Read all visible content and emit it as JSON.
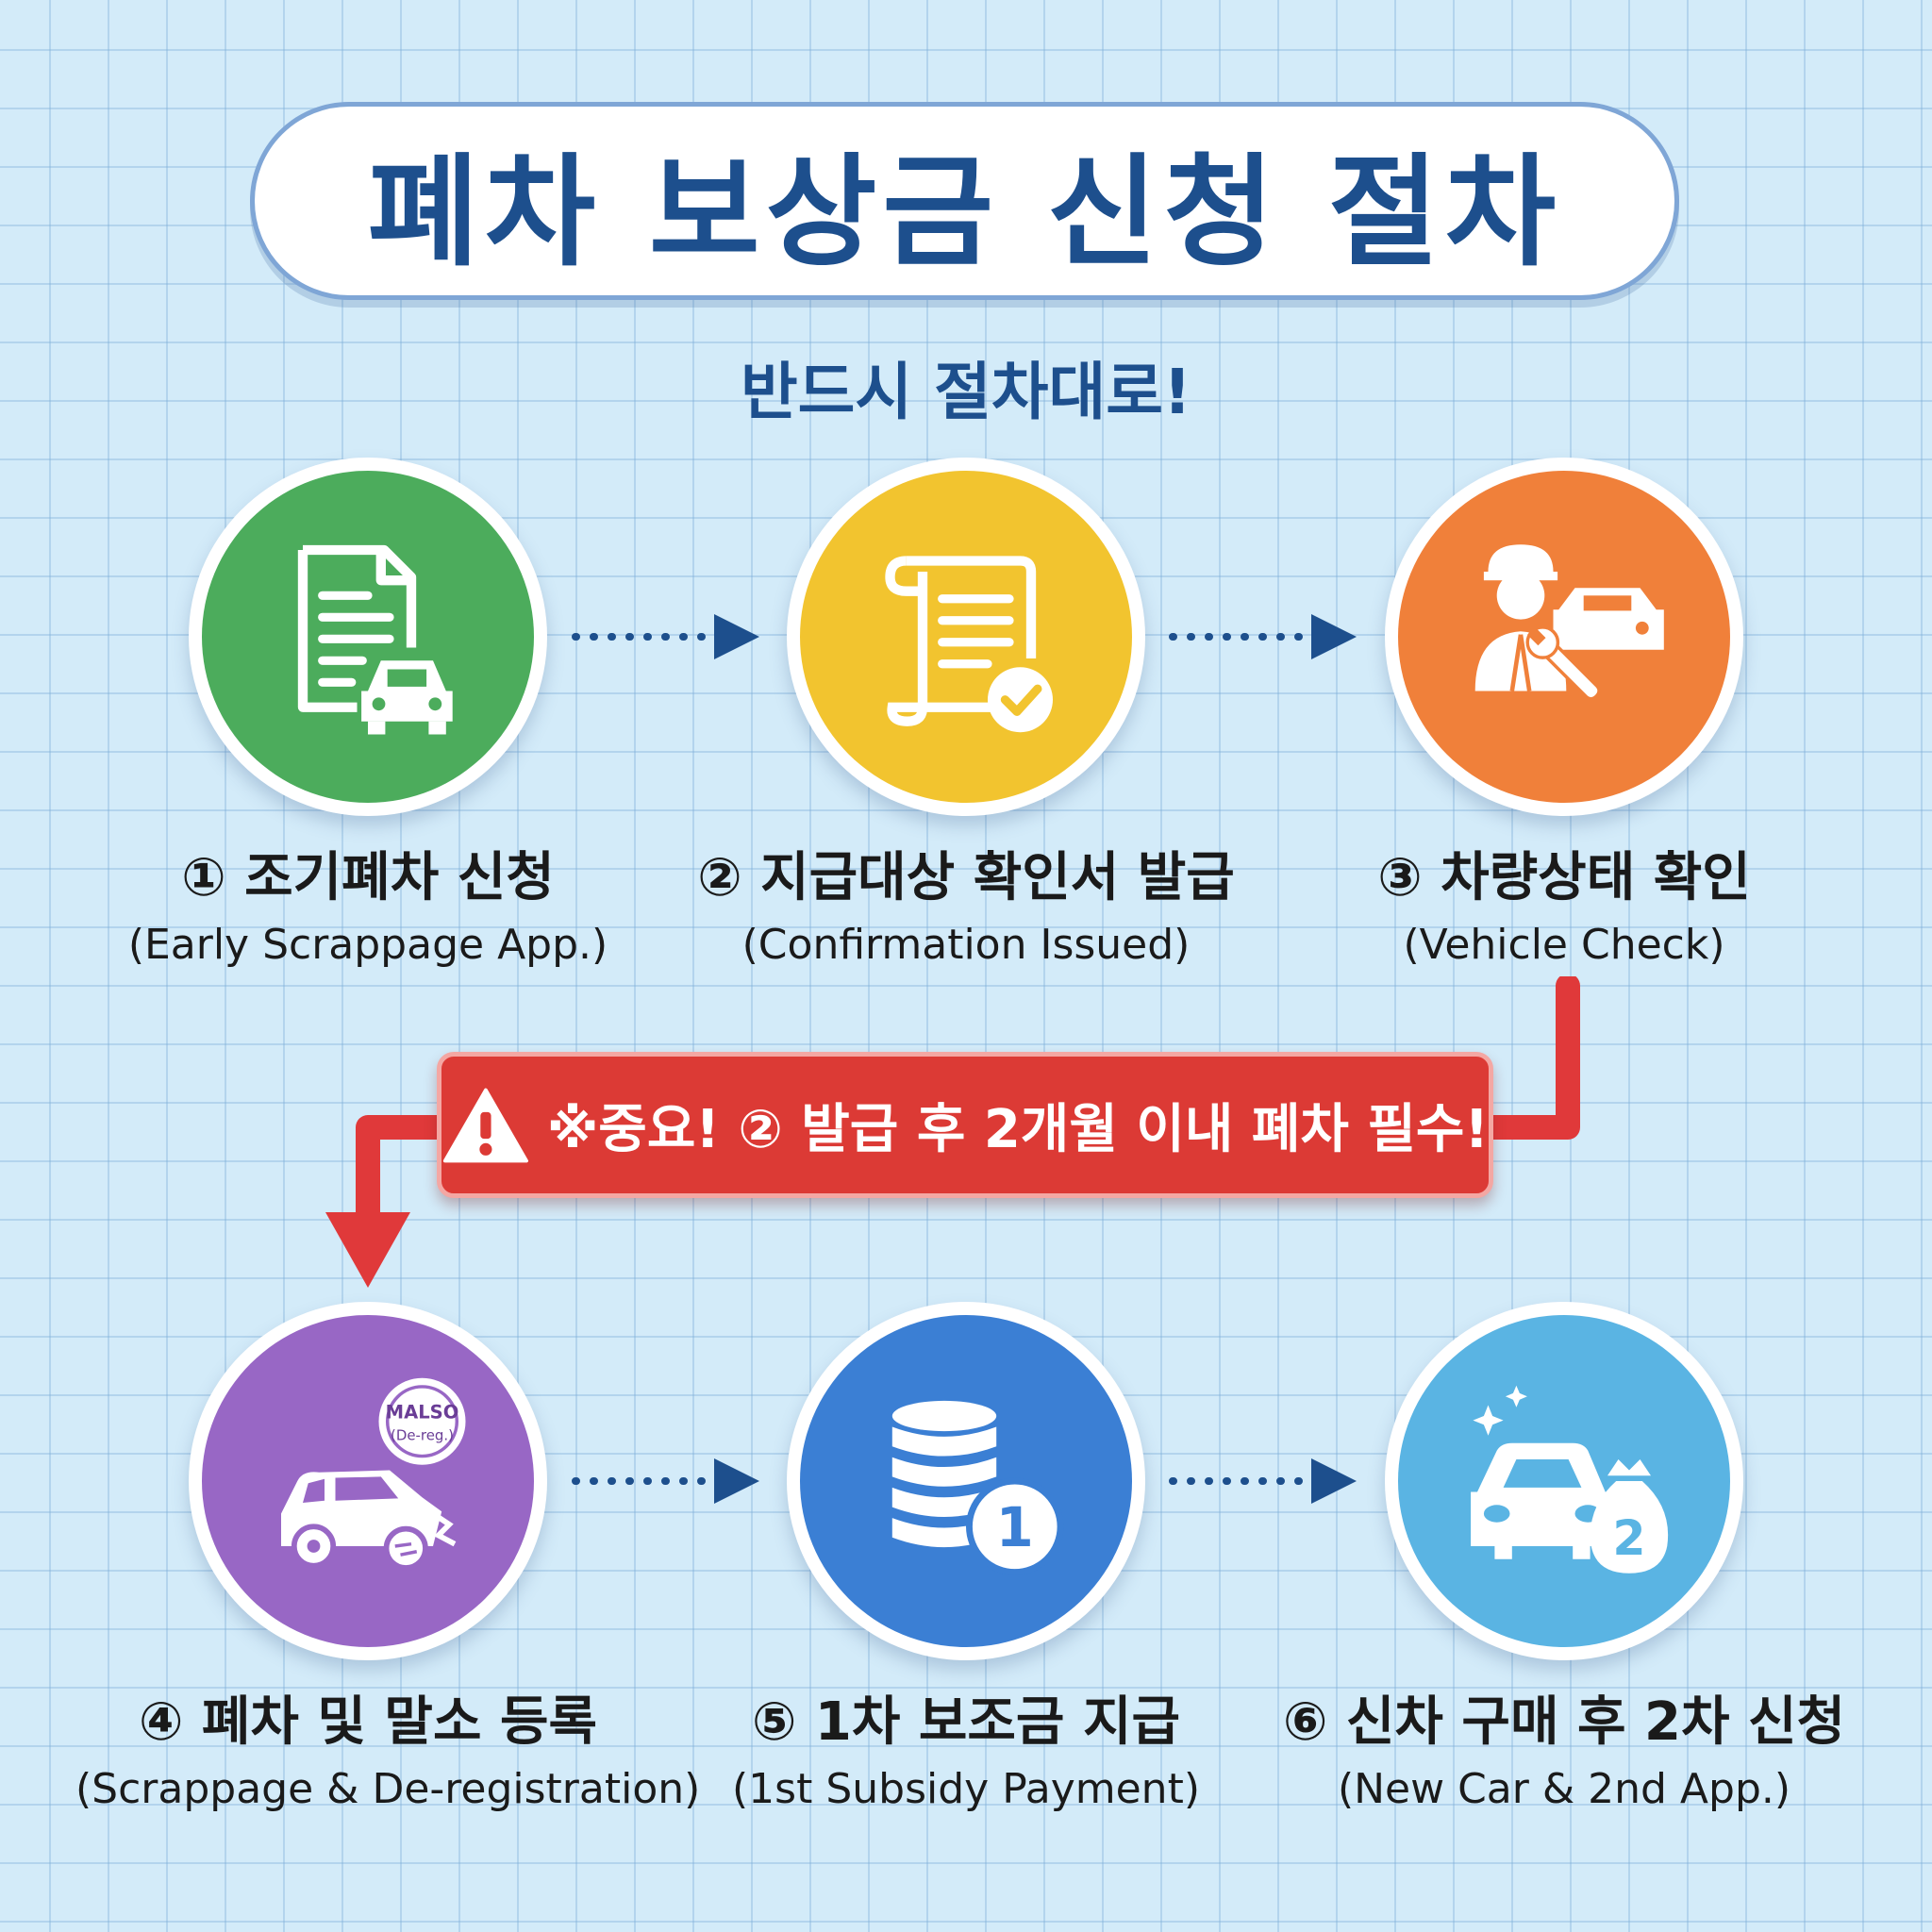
{
  "title": "폐차 보상금 신청 절차",
  "subtitle": "반드시 절차대로!",
  "steps": [
    {
      "label": "① 조기폐차 신청",
      "sub": "(Early Scrappage App.)",
      "color": "#4cac5c",
      "icon": "document-car-icon"
    },
    {
      "label": "② 지급대상 확인서 발급",
      "sub": "(Confirmation Issued)",
      "color": "#f2c42f",
      "icon": "certificate-check-icon"
    },
    {
      "label": "③ 차량상태 확인",
      "sub": "(Vehicle Check)",
      "color": "#f0803a",
      "icon": "mechanic-car-icon"
    },
    {
      "label": "④ 폐차 및 말소 등록",
      "sub": "(Scrappage & De-registration)",
      "color": "#9867c5",
      "icon": "wrecked-car-stamp-icon",
      "stamp_line1": "MALSO",
      "stamp_line2": "(De-reg.)"
    },
    {
      "label": "⑤ 1차 보조금 지급",
      "sub": "(1st Subsidy Payment)",
      "color": "#3b7fd4",
      "icon": "coins-one-icon",
      "badge": "1"
    },
    {
      "label": "⑥ 신차 구매 후 2차 신청",
      "sub": "(New Car & 2nd App.)",
      "color": "#5ab4e3",
      "icon": "new-car-moneybag-icon",
      "badge": "2"
    }
  ],
  "warning": {
    "text": "※중요! ② 발급 후 2개월 이내 폐차 필수!",
    "icon": "warning-triangle-icon",
    "color": "#dc3a35"
  },
  "colors": {
    "title": "#1d4f8d",
    "arrow": "#1d4f8d",
    "warning_arrow": "#e0393a"
  }
}
